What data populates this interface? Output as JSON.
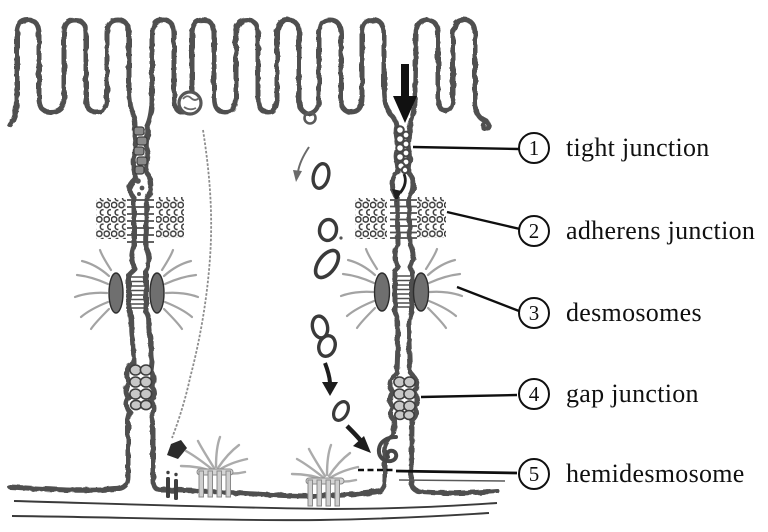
{
  "figure": {
    "labels": [
      {
        "number": "1",
        "text": "tight junction"
      },
      {
        "number": "2",
        "text": "adherens junction"
      },
      {
        "number": "3",
        "text": "desmosomes"
      },
      {
        "number": "4",
        "text": "gap junction"
      },
      {
        "number": "5",
        "text": "hemidesmosome"
      }
    ],
    "icons": [
      {
        "name": "apical-entry-arrow",
        "glyph": "↓"
      },
      {
        "name": "transcytosis-arrow-upper",
        "glyph": "↓"
      },
      {
        "name": "transcytosis-arrow-mid",
        "glyph": "↓"
      },
      {
        "name": "transcytosis-arrow-basal",
        "glyph": "↘"
      },
      {
        "name": "intracellular-junction-arrow",
        "glyph": "↓"
      }
    ],
    "colors": {
      "ink": "#101010",
      "membrane_gray": "#4f4f4f",
      "light_gray": "#a8a8a8",
      "paper": "#ffffff"
    }
  }
}
